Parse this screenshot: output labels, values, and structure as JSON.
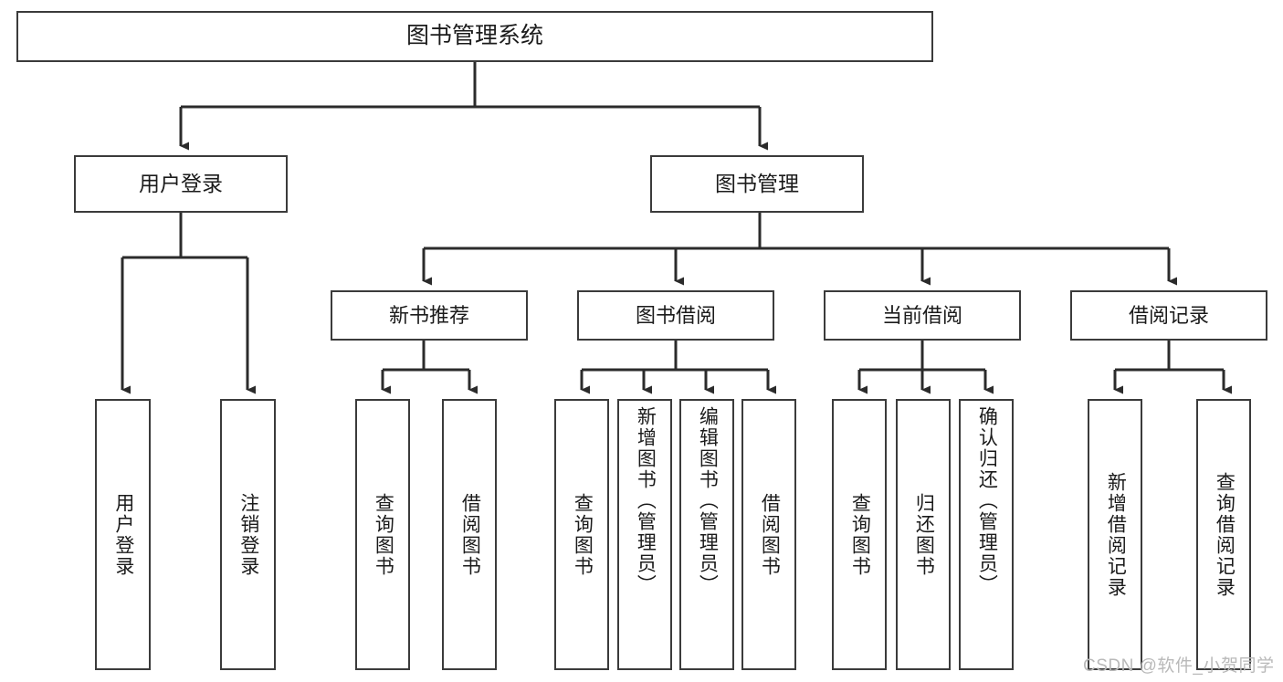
{
  "diagram": {
    "type": "tree-hierarchy-chart",
    "title": "图书管理系统",
    "colors": {
      "box_border": "#3b3b3b",
      "box_fill": "#ffffff",
      "edge": "#2b2b2b",
      "text": "#1b1b1b",
      "watermark": "#b9b9b9",
      "background": "#ffffff"
    },
    "root": {
      "id": "root",
      "label": "图书管理系统"
    },
    "level1": [
      {
        "id": "user-login",
        "label": "用户登录"
      },
      {
        "id": "book-management",
        "label": "图书管理"
      }
    ],
    "level2": [
      {
        "id": "new-book-recommend",
        "label": "新书推荐",
        "parent": "book-management"
      },
      {
        "id": "book-borrow",
        "label": "图书借阅",
        "parent": "book-management"
      },
      {
        "id": "current-borrow",
        "label": "当前借阅",
        "parent": "book-management"
      },
      {
        "id": "borrow-record",
        "label": "借阅记录",
        "parent": "book-management"
      }
    ],
    "leaves": [
      {
        "id": "leaf-user-login",
        "label": "用户登录",
        "parent": "user-login"
      },
      {
        "id": "leaf-logout-login",
        "label": "注销登录",
        "parent": "user-login"
      },
      {
        "id": "leaf-query-book-1",
        "label": "查询图书",
        "parent": "new-book-recommend"
      },
      {
        "id": "leaf-borrow-book-1",
        "label": "借阅图书",
        "parent": "new-book-recommend"
      },
      {
        "id": "leaf-query-book-2",
        "label": "查询图书",
        "parent": "book-borrow"
      },
      {
        "id": "leaf-add-book",
        "label": "新增图书（管理员）",
        "parent": "book-borrow"
      },
      {
        "id": "leaf-edit-book",
        "label": "编辑图书（管理员）",
        "parent": "book-borrow"
      },
      {
        "id": "leaf-borrow-book-2",
        "label": "借阅图书",
        "parent": "book-borrow"
      },
      {
        "id": "leaf-query-book-3",
        "label": "查询图书",
        "parent": "current-borrow"
      },
      {
        "id": "leaf-return-book",
        "label": "归还图书",
        "parent": "current-borrow"
      },
      {
        "id": "leaf-confirm-return",
        "label": "确认归还（管理员）",
        "parent": "current-borrow"
      },
      {
        "id": "leaf-add-record",
        "label": "新增借阅记录",
        "parent": "borrow-record"
      },
      {
        "id": "leaf-query-record",
        "label": "查询借阅记录",
        "parent": "borrow-record"
      }
    ],
    "watermark": "CSDN @软件_小贺同学"
  }
}
